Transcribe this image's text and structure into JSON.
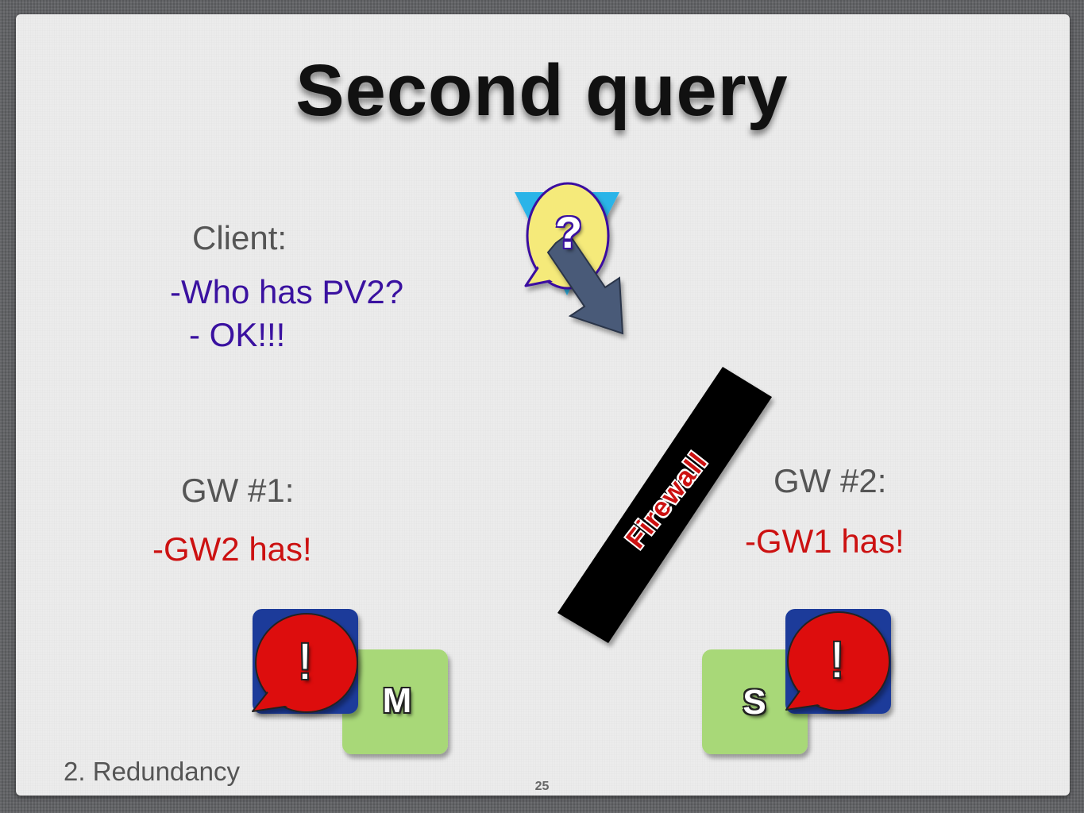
{
  "title": "Second query",
  "client": {
    "heading": "Client:",
    "line1": "-Who has PV2?",
    "line2": "- OK!!!"
  },
  "gw1": {
    "heading": "GW #1:",
    "reply": "-GW2 has!",
    "box_label": "M",
    "bubble": "!"
  },
  "gw2": {
    "heading": "GW #2:",
    "reply": "-GW1 has!",
    "box_label": "S",
    "bubble": "!"
  },
  "firewall": {
    "label": "Firewall"
  },
  "query_bubble": "?",
  "footer": "2. Redundancy",
  "page_number": "25",
  "colors": {
    "purple": "#3a11a0",
    "red": "#cc1111",
    "green_box": "#a8d878",
    "blue_box": "#1a3a9a",
    "bubble_red": "#dd1111",
    "bubble_yellow": "#f5ea7a",
    "cyan": "#2ab4e8",
    "arrow": "#4a5a78"
  }
}
